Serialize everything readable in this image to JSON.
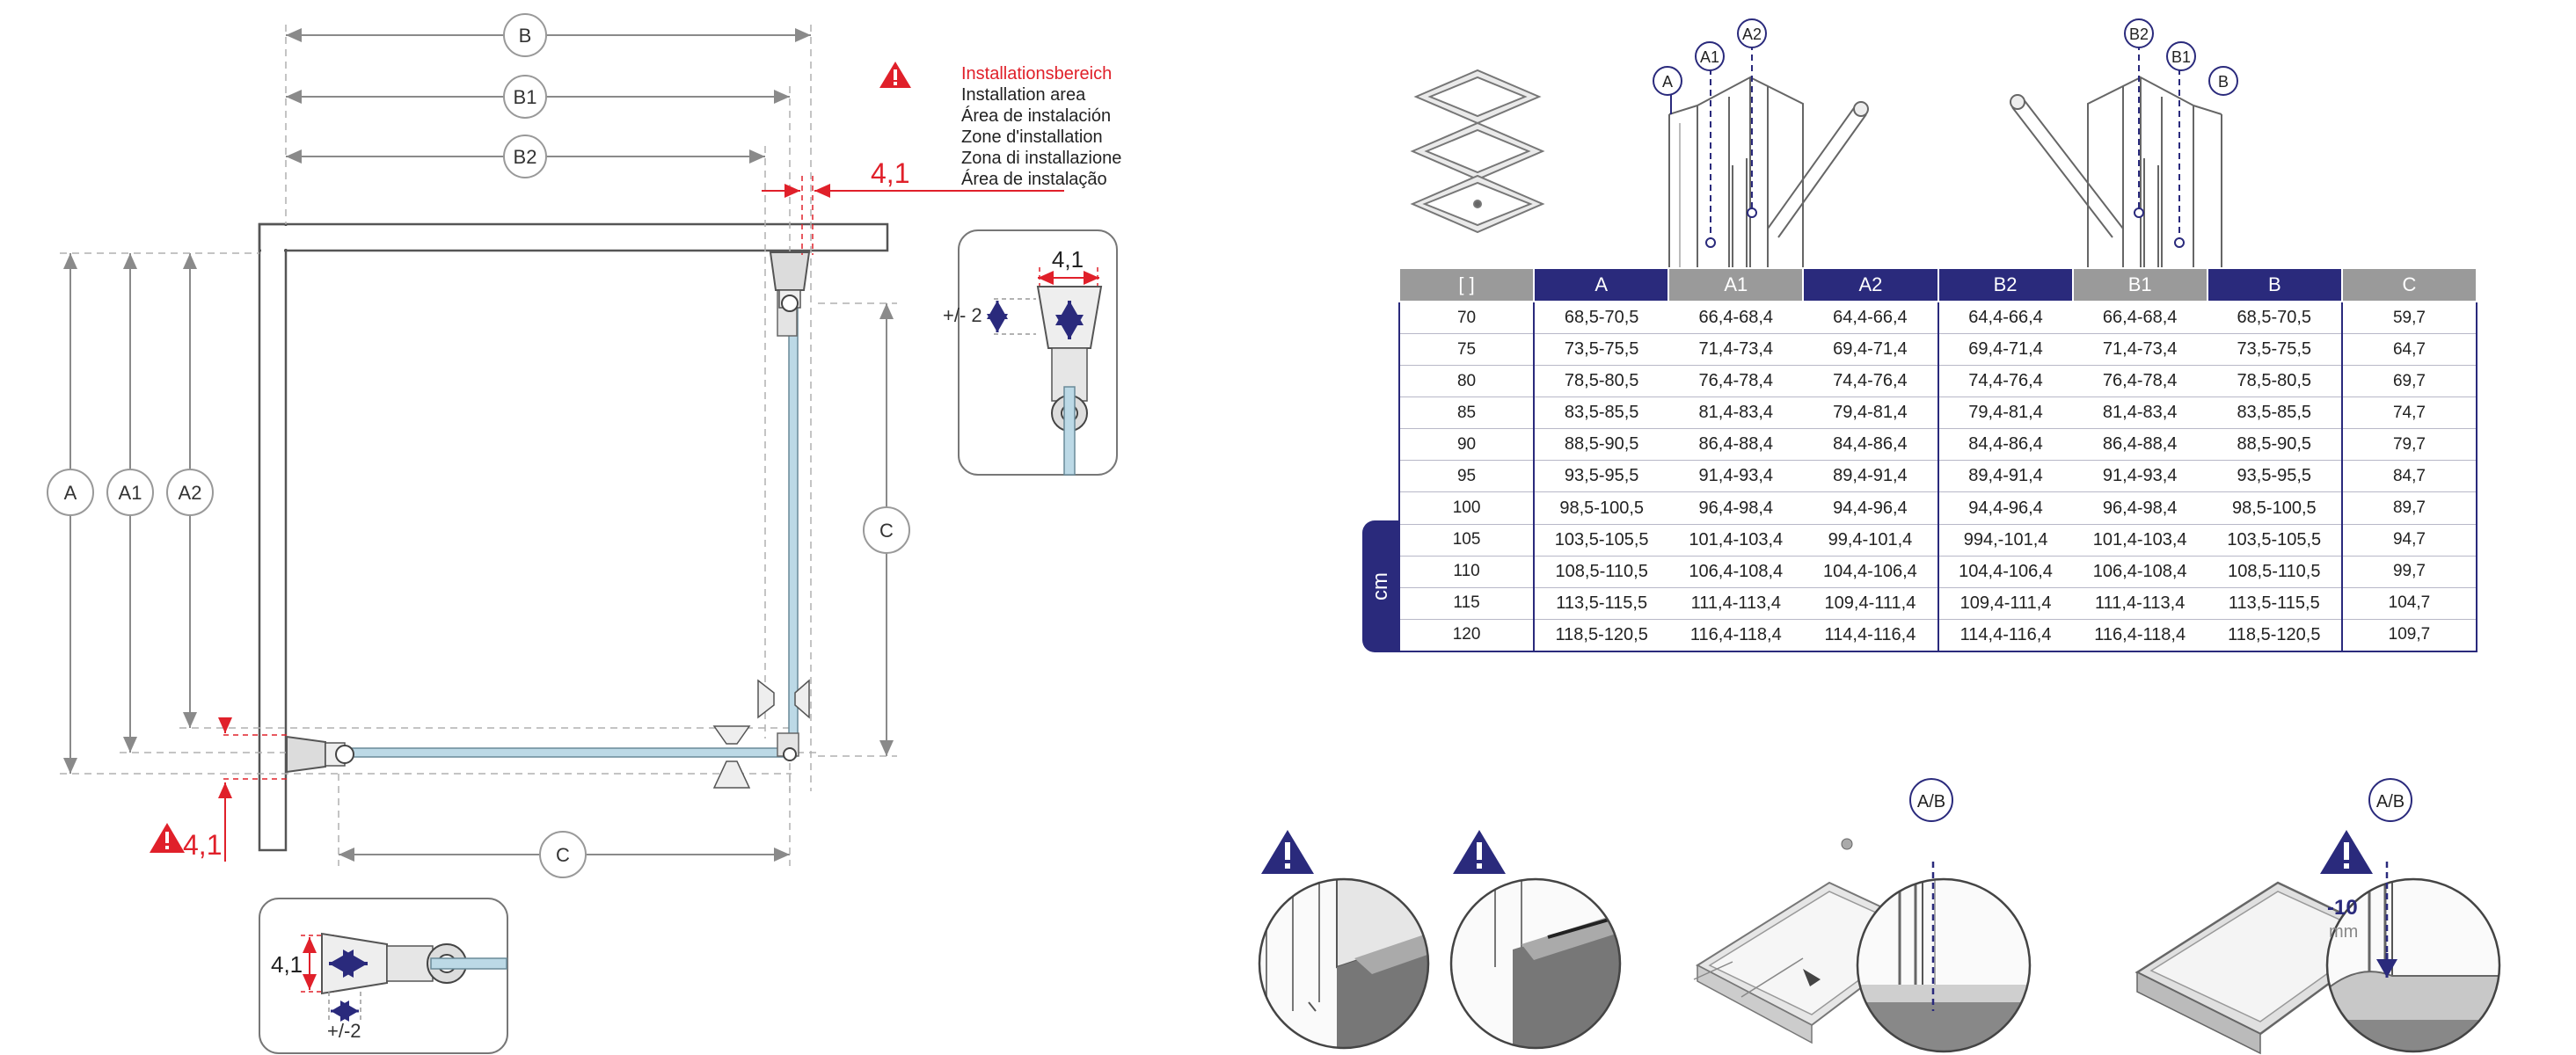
{
  "labels": {
    "B": "B",
    "B1": "B1",
    "B2": "B2",
    "A": "A",
    "A1": "A1",
    "A2": "A2",
    "C": "C",
    "AB": "A/B"
  },
  "installation_area": [
    "Installationsbereich",
    "Installation area",
    "Área de instalación",
    "Zone d'installation",
    "Zona di installazione",
    "Área de instalação"
  ],
  "dims": {
    "gap": "4,1",
    "tolerance": "+/- 2",
    "detail_width": "4,1",
    "detail_height": "4,1",
    "detail_tolerance": "+/-2",
    "minus": "-10",
    "mm": "mm"
  },
  "table": {
    "headers": [
      "[ ]",
      "A",
      "A1",
      "A2",
      "B2",
      "B1",
      "B",
      "C"
    ],
    "unit": "cm",
    "rows": [
      [
        "70",
        "68,5-70,5",
        "66,4-68,4",
        "64,4-66,4",
        "64,4-66,4",
        "66,4-68,4",
        "68,5-70,5",
        "59,7"
      ],
      [
        "75",
        "73,5-75,5",
        "71,4-73,4",
        "69,4-71,4",
        "69,4-71,4",
        "71,4-73,4",
        "73,5-75,5",
        "64,7"
      ],
      [
        "80",
        "78,5-80,5",
        "76,4-78,4",
        "74,4-76,4",
        "74,4-76,4",
        "76,4-78,4",
        "78,5-80,5",
        "69,7"
      ],
      [
        "85",
        "83,5-85,5",
        "81,4-83,4",
        "79,4-81,4",
        "79,4-81,4",
        "81,4-83,4",
        "83,5-85,5",
        "74,7"
      ],
      [
        "90",
        "88,5-90,5",
        "86,4-88,4",
        "84,4-86,4",
        "84,4-86,4",
        "86,4-88,4",
        "88,5-90,5",
        "79,7"
      ],
      [
        "95",
        "93,5-95,5",
        "91,4-93,4",
        "89,4-91,4",
        "89,4-91,4",
        "91,4-93,4",
        "93,5-95,5",
        "84,7"
      ],
      [
        "100",
        "98,5-100,5",
        "96,4-98,4",
        "94,4-96,4",
        "94,4-96,4",
        "96,4-98,4",
        "98,5-100,5",
        "89,7"
      ],
      [
        "105",
        "103,5-105,5",
        "101,4-103,4",
        "99,4-101,4",
        "994,-101,4",
        "101,4-103,4",
        "103,5-105,5",
        "94,7"
      ],
      [
        "110",
        "108,5-110,5",
        "106,4-108,4",
        "104,4-106,4",
        "104,4-106,4",
        "106,4-108,4",
        "108,5-110,5",
        "99,7"
      ],
      [
        "115",
        "113,5-115,5",
        "111,4-113,4",
        "109,4-111,4",
        "109,4-111,4",
        "111,4-113,4",
        "113,5-115,5",
        "104,7"
      ],
      [
        "120",
        "118,5-120,5",
        "116,4-118,4",
        "114,4-116,4",
        "114,4-116,4",
        "116,4-118,4",
        "118,5-120,5",
        "109,7"
      ]
    ]
  },
  "colors": {
    "navy": "#2a2a7c",
    "grey_header": "#9a9a9a",
    "warning_red": "#e0202a",
    "glass": "#bcd9e6",
    "line": "#555555"
  },
  "icons": [
    "warning-icon",
    "double-arrow-icon"
  ]
}
